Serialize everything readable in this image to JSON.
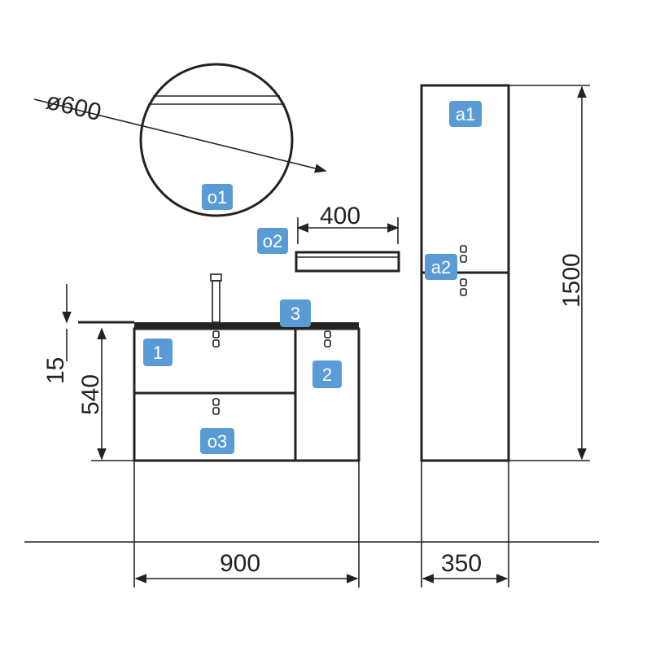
{
  "dimensions": {
    "mirror_diameter": "ø600",
    "shelf_width": "400",
    "vanity_width": "900",
    "column_depth": "350",
    "column_height": "1500",
    "top_thickness": "15",
    "vanity_height": "540"
  },
  "labels": {
    "o1": "o1",
    "o2": "o2",
    "o3": "o3",
    "a1": "a1",
    "a2": "a2",
    "n1": "1",
    "n2": "2",
    "n3": "3"
  },
  "colors": {
    "tag_fill": "#5b9bd5",
    "line": "#222222"
  }
}
